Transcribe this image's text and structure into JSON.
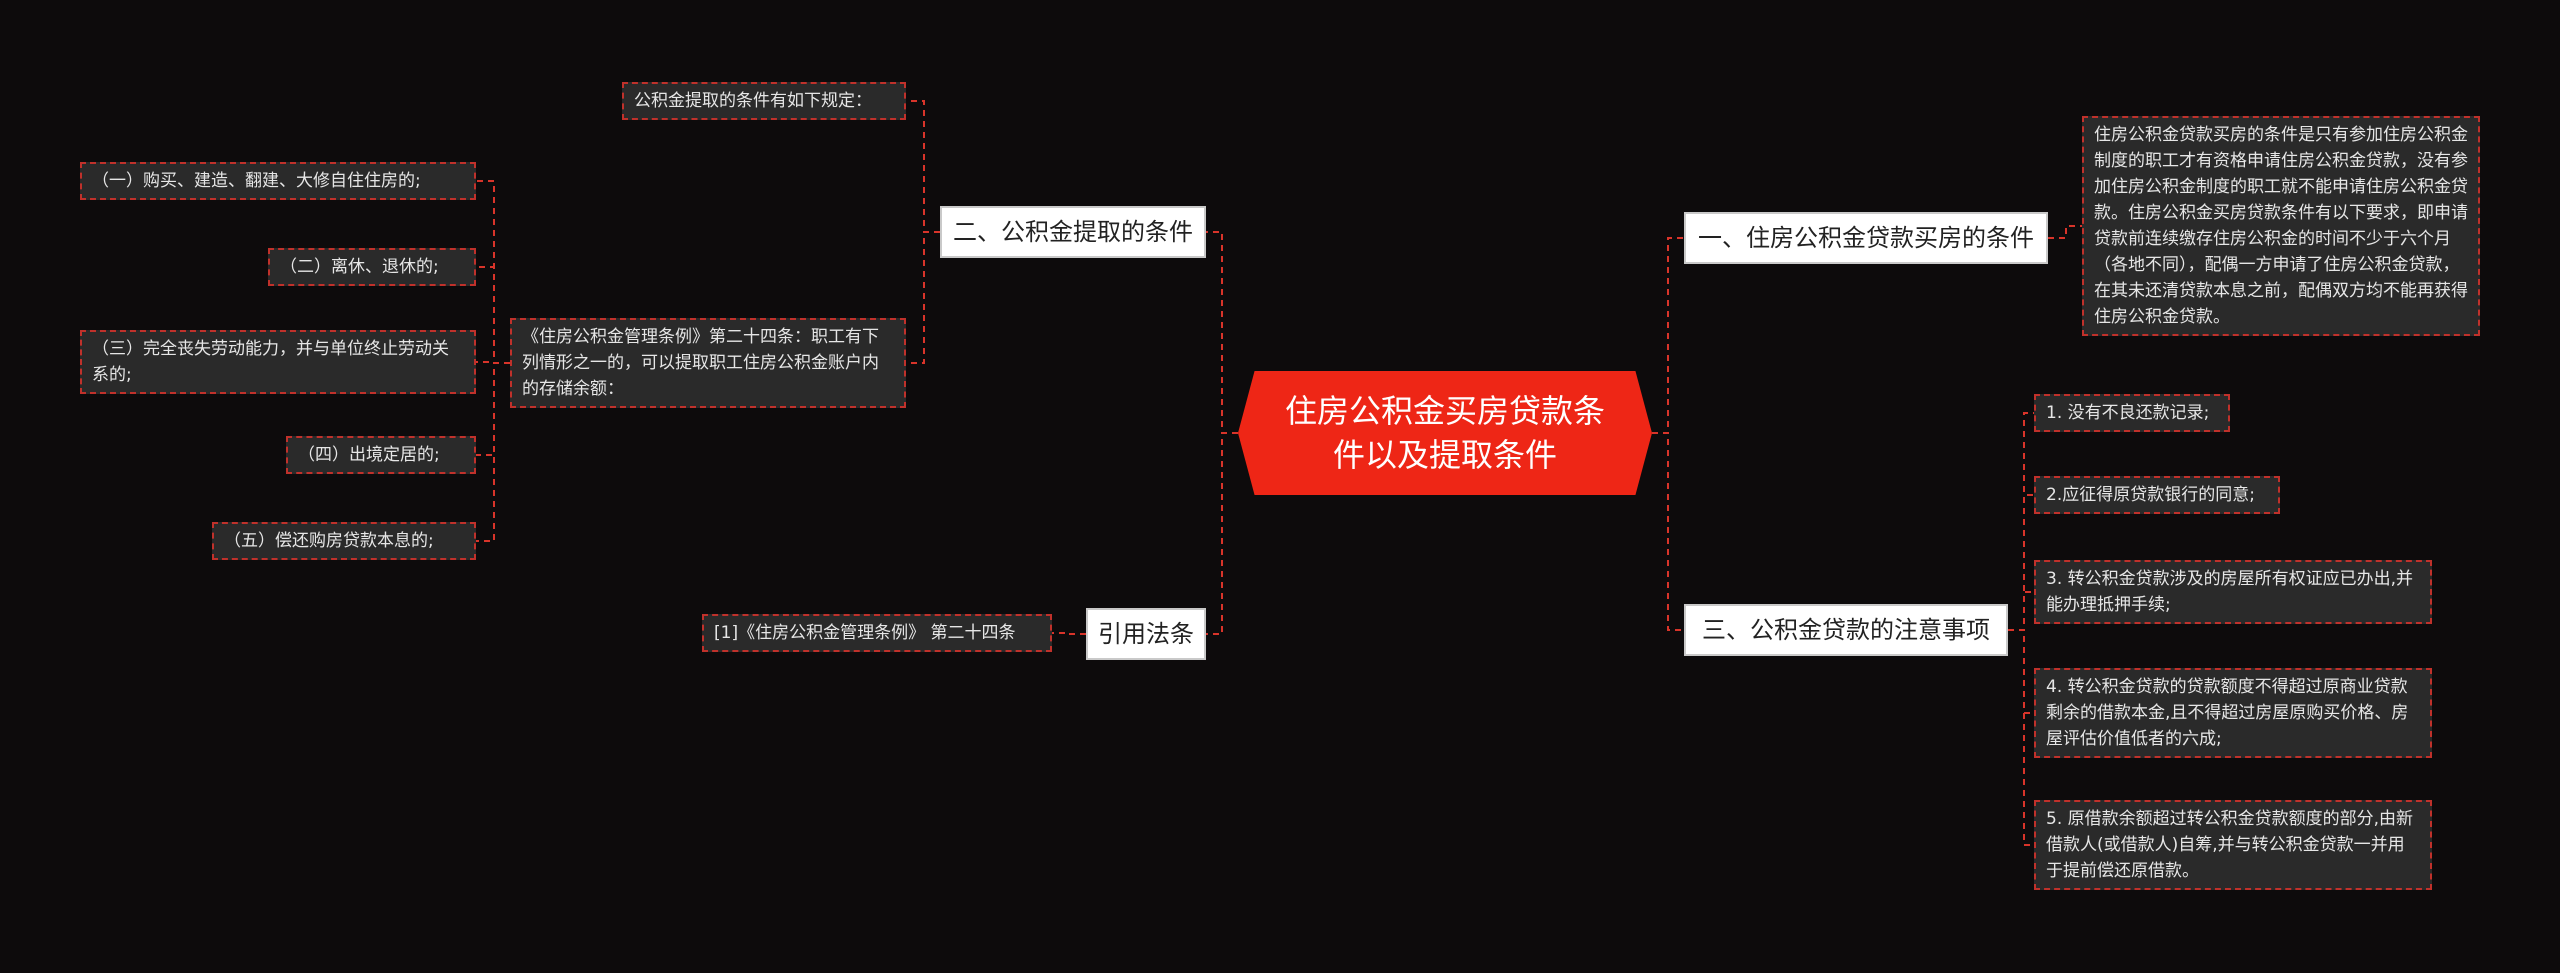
{
  "root": {
    "title": "住房公积金买房贷款条件以及提取条件"
  },
  "branches": {
    "b1": {
      "label": "一、住房公积金贷款买房的条件",
      "children": [
        "住房公积金贷款买房的条件是只有参加住房公积金制度的职工才有资格申请住房公积金贷款，没有参加住房公积金制度的职工就不能申请住房公积金贷款。住房公积金买房贷款条件有以下要求，即申请贷款前连续缴存住房公积金的时间不少于六个月（各地不同），配偶一方申请了住房公积金贷款，在其未还清贷款本息之前，配偶双方均不能再获得住房公积金贷款。"
      ]
    },
    "b2": {
      "label": "二、公积金提取的条件",
      "children": [
        "公积金提取的条件有如下规定：",
        "《住房公积金管理条例》第二十四条：职工有下列情形之一的，可以提取职工住房公积金账户内的存储余额："
      ],
      "sub_items": [
        "（一）购买、建造、翻建、大修自住住房的;",
        "（二）离休、退休的;",
        "（三）完全丧失劳动能力，并与单位终止劳动关系的;",
        "（四）出境定居的;",
        "（五）偿还购房贷款本息的;"
      ]
    },
    "b3": {
      "label": "三、公积金贷款的注意事项",
      "children": [
        "1. 没有不良还款记录;",
        "2.应征得原贷款银行的同意;",
        "3. 转公积金贷款涉及的房屋所有权证应已办出,并能办理抵押手续;",
        "4. 转公积金贷款的贷款额度不得超过原商业贷款剩余的借款本金,且不得超过房屋原购买价格、房屋评估价值低者的六成;",
        "5. 原借款余额超过转公积金贷款额度的部分,由新借款人(或借款人)自筹,并与转公积金贷款一并用于提前偿还原借款。"
      ]
    },
    "b4": {
      "label": "引用法条",
      "children": [
        "[1]《住房公积金管理条例》 第二十四条"
      ]
    }
  },
  "colors": {
    "background": "#0d0b0c",
    "root": "#ee2616",
    "connector": "#d8342a",
    "leaf_fill": "#2a2a2a",
    "branch_fill": "#ffffff"
  }
}
